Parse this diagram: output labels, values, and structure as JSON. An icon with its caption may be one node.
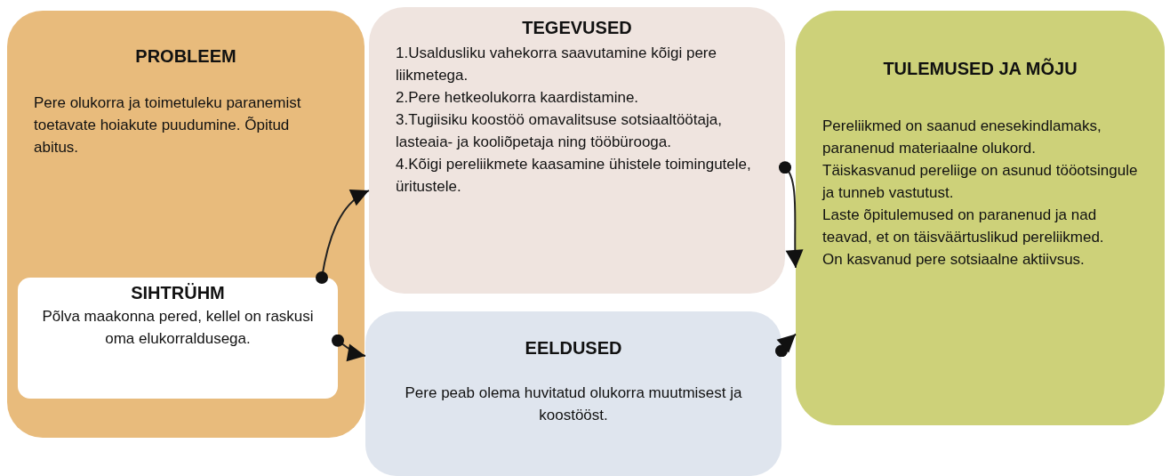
{
  "diagram": {
    "nodes": [
      {
        "text": [
          "PROBLEEM",
          "Pere olukorra ja toimetuleku paranemist toetavate hoiakute puudumine. Õpitud abitus."
        ]
      },
      {
        "text": [
          "SIHTRÜHM",
          "Põlva maakonna pered, kellel on raskusi oma elukorraldusega."
        ],
        "in": 0
      },
      {
        "text": [
          "TEGEVUSED",
          "1.Usaldusliku vahekorra saavutamine kõigi pere liikmetega.",
          "2.Pere hetkeolukorra kaardistamine.",
          "3.Tugiisiku koostöö omavalitsuse sotsiaaltöötaja, lasteaia- ja kooliõpetaja ning tööbürooga.",
          "4.Kõigi pereliikmete kaasamine ühistele toimingutele, üritustele."
        ]
      },
      {
        "text": [
          "EELDUSED",
          "Pere peab olema huvitatud olukorra muutmisest ja koostööst."
        ]
      },
      {
        "text": [
          "TULEMUSED JA MÕJU",
          "Pereliikmed on saanud enesekindlamaks, paranenud materiaalne olukord.",
          "Täiskasvanud pereliige on asunud tööotsingule ja tunneb vastutust.",
          "Laste õpitulemused on paranenud ja nad teavad, et on täisväärtuslikud pereliikmed.",
          "On kasvanud pere sotsiaalne aktiivsus."
        ]
      }
    ],
    "edges": [
      {
        "from": 1,
        "to": 2,
        "arrow": "to"
      },
      {
        "from": 1,
        "to": 3,
        "arrow": "to"
      },
      {
        "from": 2,
        "to": 4,
        "arrow": "to"
      },
      {
        "from": 3,
        "to": 4,
        "arrow": "to"
      }
    ]
  }
}
